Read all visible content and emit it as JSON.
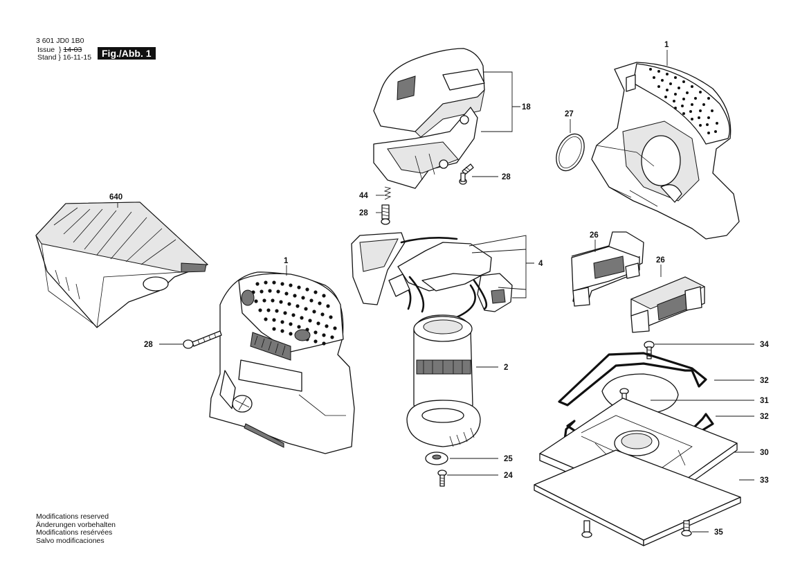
{
  "header": {
    "part_number": "3 601 JD0 1B0",
    "issue_label": "Issue",
    "issue_value": "14-03",
    "stand_label": "Stand",
    "stand_value": "16-11-15",
    "figure_label": "Fig./Abb. 1"
  },
  "notes": [
    "Modifications reserved",
    "Änderungen vorbehalten",
    "Modifications resérvées",
    "Salvo modificaciones"
  ],
  "callouts": {
    "c1_top": "1",
    "c27": "27",
    "c18": "18",
    "c28_top": "28",
    "c44": "44",
    "c28_left": "28",
    "c640": "640",
    "c1_mid": "1",
    "c28_mid": "28",
    "c4": "4",
    "c26_a": "26",
    "c26_b": "26",
    "c34": "34",
    "c2": "2",
    "c32_a": "32",
    "c31": "31",
    "c32_b": "32",
    "c30": "30",
    "c25": "25",
    "c24": "24",
    "c33": "33",
    "c35": "35"
  }
}
